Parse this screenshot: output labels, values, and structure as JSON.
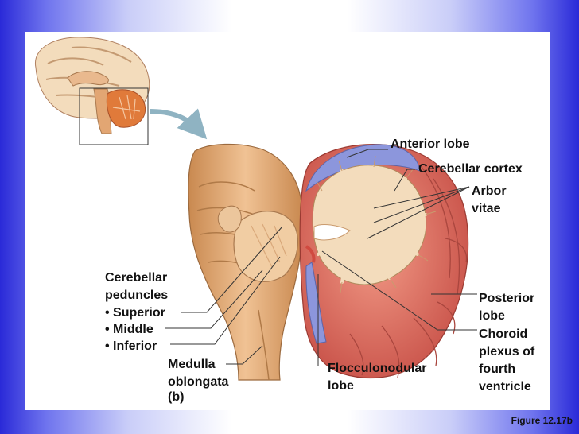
{
  "labels": {
    "anterior_lobe": "Anterior lobe",
    "cerebellar_cortex": "Cerebellar cortex",
    "arbor_vitae": "Arbor\nvitae",
    "cerebellar_peduncles": "Cerebellar\npeduncles",
    "superior": "• Superior",
    "middle": "• Middle",
    "inferior": "• Inferior",
    "medulla_oblongata": "Medulla\noblongata",
    "flocculonodular_lobe": "Flocculonodular\nlobe",
    "posterior_lobe": "Posterior\nlobe",
    "choroid_plexus": "Choroid\nplexus of\nfourth\nventricle",
    "panel_letter": "(b)"
  },
  "figure_number": "Figure 12.17b",
  "colors": {
    "cortex_red": "#d8665a",
    "cortex_blue": "#8c96dc",
    "white_matter": "#f3dcbc",
    "brainstem": "#e2a673",
    "thumb_cerebellum": "#e07a3a"
  }
}
